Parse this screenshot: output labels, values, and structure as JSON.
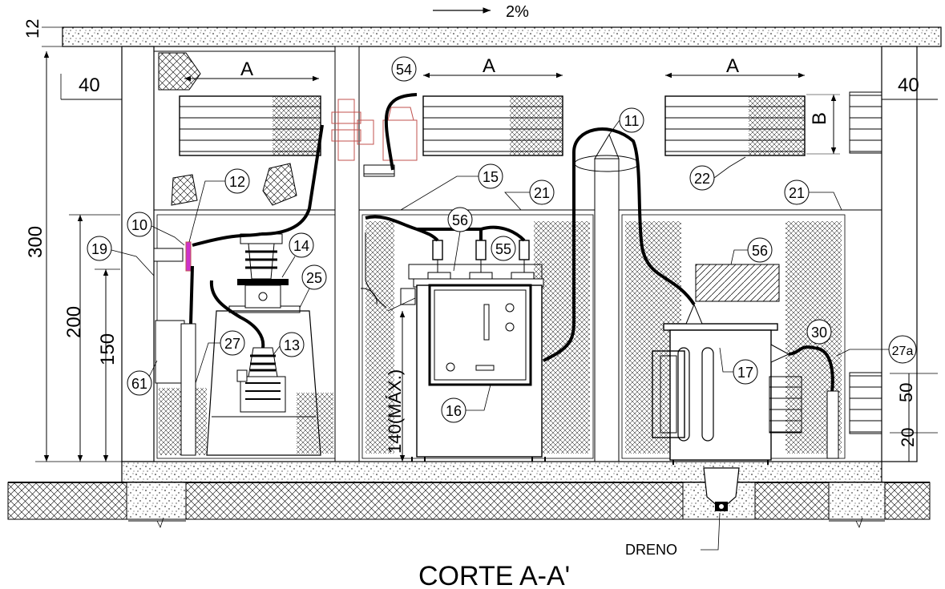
{
  "drawing": {
    "title": "CORTE A-A'",
    "slope": "2%",
    "drain_label": "DRENO",
    "dimensions": {
      "slab": "12",
      "left_offset": "40",
      "right_offset": "40",
      "total_height": "300",
      "height_200": "200",
      "height_150": "150",
      "max_140": "140(MÁX.)",
      "right_50": "50",
      "right_20": "20",
      "width_a1": "A",
      "width_a2": "A",
      "width_a3": "A",
      "height_b": "B"
    },
    "callouts": {
      "c54": "54",
      "c11": "11",
      "c12": "12",
      "c15": "15",
      "c21a": "21",
      "c21b": "21",
      "c22": "22",
      "c10": "10",
      "c19": "19",
      "c14": "14",
      "c56a": "56",
      "c55": "55",
      "c56b": "56",
      "c25": "25",
      "c27": "27",
      "c13": "13",
      "c61": "61",
      "c16": "16",
      "c17": "17",
      "c30": "30",
      "c27a": "27a"
    }
  },
  "colors": {
    "ink": "#000000",
    "accent": "#c0504d",
    "magenta": "#cc33cc",
    "paper": "#ffffff"
  }
}
